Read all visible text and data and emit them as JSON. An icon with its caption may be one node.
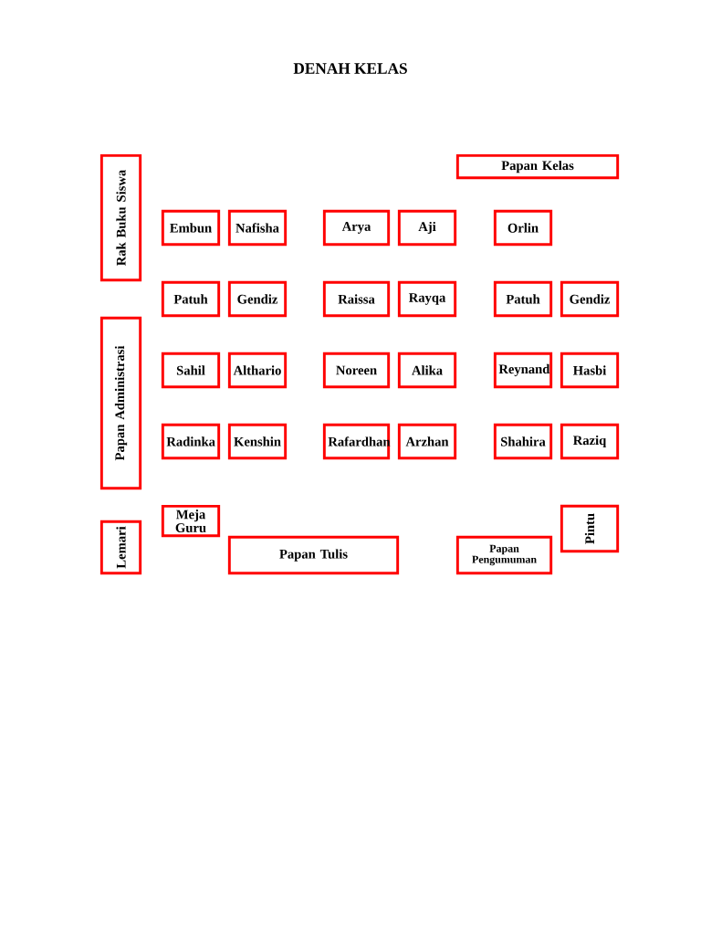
{
  "diagram": {
    "title": "DENAH KELAS",
    "nodes": [
      {
        "text": [
          "Rak Buku Siswa"
        ]
      },
      {
        "text": [
          "Papan Kelas"
        ]
      },
      {
        "text": [
          "Embun"
        ]
      },
      {
        "text": [
          "Nafisha"
        ]
      },
      {
        "text": [
          "Arya"
        ]
      },
      {
        "text": [
          "Aji"
        ]
      },
      {
        "text": [
          "Orlin"
        ]
      },
      {
        "text": [
          "Patuh"
        ]
      },
      {
        "text": [
          "Gendiz"
        ]
      },
      {
        "text": [
          "Raissa"
        ]
      },
      {
        "text": [
          "Rayqa"
        ]
      },
      {
        "text": [
          "Patuh"
        ]
      },
      {
        "text": [
          "Gendiz"
        ]
      },
      {
        "text": [
          "Papan Administrasi"
        ]
      },
      {
        "text": [
          "Sahil"
        ]
      },
      {
        "text": [
          "Althario"
        ]
      },
      {
        "text": [
          "Noreen"
        ]
      },
      {
        "text": [
          "Alika"
        ]
      },
      {
        "text": [
          "Reynand"
        ]
      },
      {
        "text": [
          "Hasbi"
        ]
      },
      {
        "text": [
          "Radinka"
        ]
      },
      {
        "text": [
          "Kenshin"
        ]
      },
      {
        "text": [
          "Rafardhan"
        ]
      },
      {
        "text": [
          "Arzhan"
        ]
      },
      {
        "text": [
          "Shahira"
        ]
      },
      {
        "text": [
          "Raziq"
        ]
      },
      {
        "text": [
          "Meja Guru"
        ]
      },
      {
        "text": [
          "Pintu"
        ]
      },
      {
        "text": [
          "Lemari"
        ]
      },
      {
        "text": [
          "Papan Tulis"
        ]
      },
      {
        "text": [
          "Papan Pengumuman"
        ]
      }
    ]
  }
}
